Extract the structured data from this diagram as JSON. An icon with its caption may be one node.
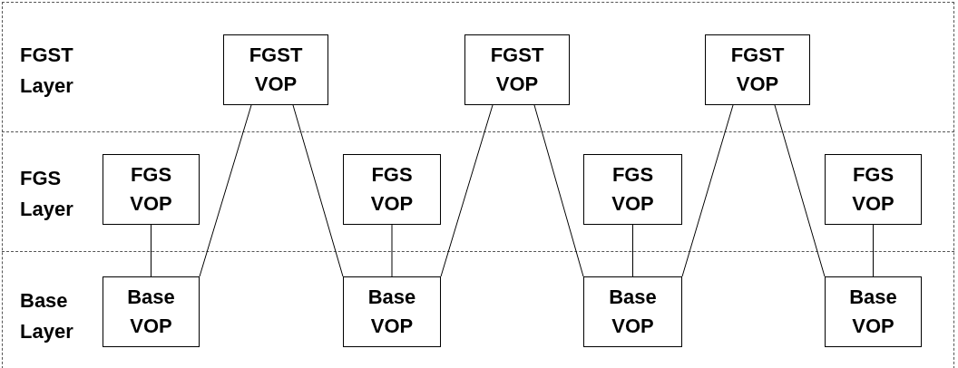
{
  "diagram": {
    "nodes": [
      {
        "text": [
          "FGST VOP"
        ]
      },
      {
        "text": [
          "FGST VOP"
        ]
      },
      {
        "text": [
          "FGST VOP"
        ]
      },
      {
        "text": [
          "FGS VOP"
        ]
      },
      {
        "text": [
          "FGS VOP"
        ]
      },
      {
        "text": [
          "FGS VOP"
        ]
      },
      {
        "text": [
          "FGS VOP"
        ]
      },
      {
        "text": [
          "Base VOP"
        ]
      },
      {
        "text": [
          "Base VOP"
        ]
      },
      {
        "text": [
          "Base VOP"
        ]
      },
      {
        "text": [
          "Base VOP"
        ]
      }
    ],
    "edges": [
      {
        "from": 3,
        "to": 7,
        "arrow": "none"
      },
      {
        "from": 4,
        "to": 8,
        "arrow": "none"
      },
      {
        "from": 5,
        "to": 9,
        "arrow": "none"
      },
      {
        "from": 6,
        "to": 10,
        "arrow": "none"
      },
      {
        "from": 7,
        "to": 0,
        "arrow": "none"
      },
      {
        "from": 0,
        "to": 8,
        "arrow": "none"
      },
      {
        "from": 8,
        "to": 1,
        "arrow": "none"
      },
      {
        "from": 1,
        "to": 9,
        "arrow": "none"
      },
      {
        "from": 9,
        "to": 2,
        "arrow": "none"
      },
      {
        "from": 2,
        "to": 10,
        "arrow": "none"
      }
    ],
    "labels": [
      "FGST Layer",
      "FGS Layer",
      "Base Layer"
    ]
  }
}
